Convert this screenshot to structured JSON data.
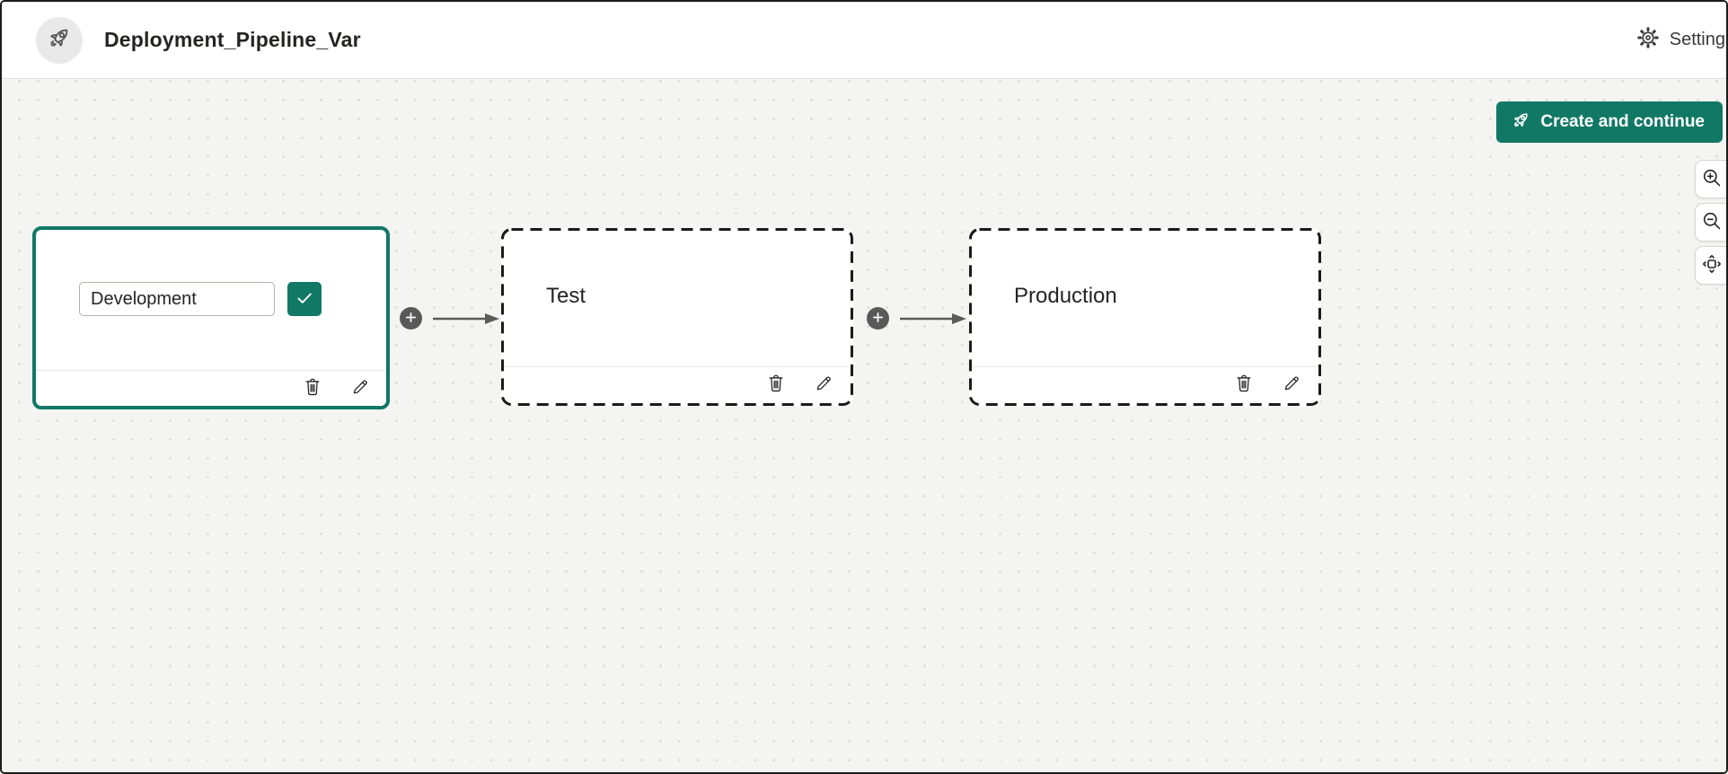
{
  "header": {
    "title": "Deployment_Pipeline_Var",
    "app_icon": "rocket-icon",
    "settings": {
      "label": "Settings",
      "icon": "gear-icon"
    }
  },
  "canvas": {
    "create_button": {
      "label": "Create and continue",
      "icon": "rocket-icon"
    },
    "zoom_controls": {
      "zoom_in_icon": "magnifier-plus-icon",
      "zoom_out_icon": "magnifier-minus-icon",
      "fit_view_icon": "fit-to-view-icon"
    },
    "stages": [
      {
        "label": "Development",
        "state": "editing",
        "selected": true,
        "name_input": {
          "value": "Development"
        },
        "confirm_icon": "checkmark-icon",
        "actions": {
          "delete_icon": "trash-icon",
          "edit_icon": "pencil-icon"
        }
      },
      {
        "label": "Test",
        "state": "placeholder",
        "selected": false,
        "actions": {
          "delete_icon": "trash-icon",
          "edit_icon": "pencil-icon"
        }
      },
      {
        "label": "Production",
        "state": "placeholder",
        "selected": false,
        "actions": {
          "delete_icon": "trash-icon",
          "edit_icon": "pencil-icon"
        }
      }
    ],
    "connectors": [
      {
        "from": "Development",
        "to": "Test",
        "add_icon": "plus-icon",
        "shape": "arrow-right"
      },
      {
        "from": "Test",
        "to": "Production",
        "add_icon": "plus-icon",
        "shape": "arrow-right"
      }
    ]
  },
  "colors": {
    "accent": "#117865",
    "connector": "#5c5c5c",
    "canvas-bg": "#f4f4f2",
    "dashed-border": "#1b1b1b",
    "ink": "#242424"
  }
}
